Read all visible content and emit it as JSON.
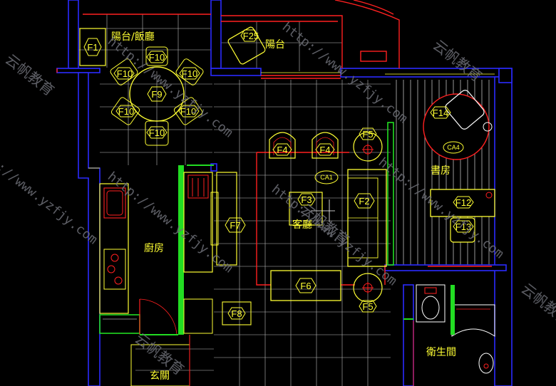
{
  "rooms": {
    "balcony_dining": "陽台/飯廳",
    "balcony": "陽台",
    "living": "客廳",
    "study": "書房",
    "kitchen": "廚房",
    "bath": "衛生間",
    "foyer": "玄關"
  },
  "furniture": {
    "f1": "F1",
    "f2": "F2",
    "f3": "F3",
    "f4a": "F4",
    "f4b": "F4",
    "f5a": "F5",
    "f5b": "F5",
    "f6": "F6",
    "f7": "F7",
    "f8": "F8",
    "f9": "F9",
    "f10a": "F10",
    "f10b": "F10",
    "f10c": "F10",
    "f10d": "F10",
    "f10e": "F10",
    "f10f": "F10",
    "f12": "F12",
    "f13": "F13",
    "f14": "F14",
    "f25": "F25"
  },
  "carpets": {
    "ca1": "CA1",
    "ca4": "CA4"
  },
  "watermark": {
    "cn": "云帆教育",
    "url": "http://www.yzfjy.com"
  },
  "colors": {
    "wall": "#2a2aff",
    "wall_fill": "#000000",
    "red": "#ff2020",
    "yellow": "#ffff33",
    "green": "#22dd22",
    "grid": "#bdbdbd",
    "white": "#ffffff"
  }
}
